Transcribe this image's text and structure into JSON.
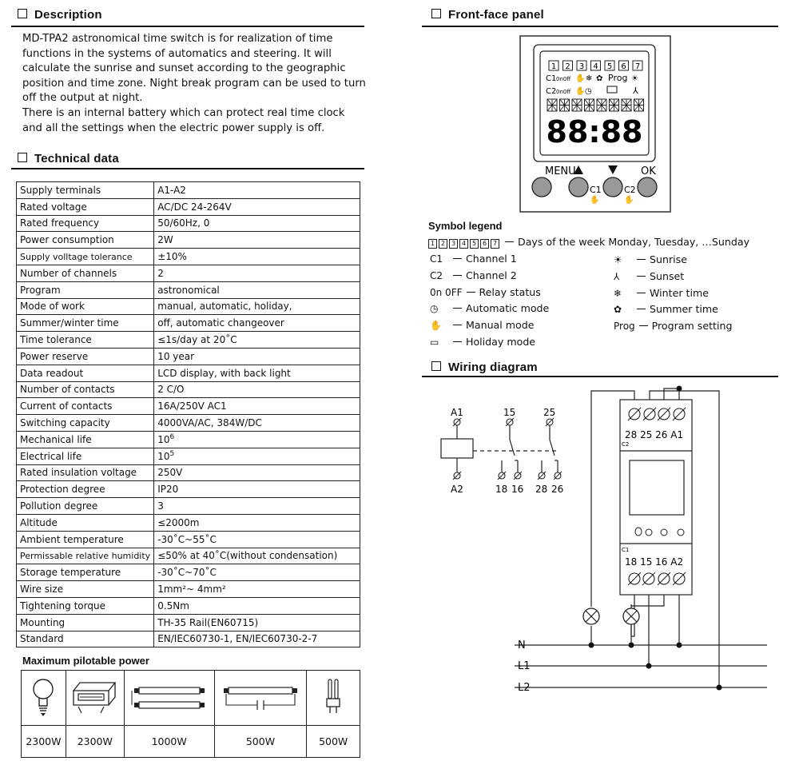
{
  "description": {
    "title": "Description",
    "para1": "MD-TPA2 astronomical time switch is for realization of time functions in the systems of automatics and steering. It will calculate the sunrise and sunset according to the geographic position and time zone. Night break program can be used to turn off the output at night.",
    "para2": "There is an internal battery which can protect real time clock and all the settings when the electric power supply is off."
  },
  "technical": {
    "title": "Technical data",
    "rows": [
      {
        "k": "Supply terminals",
        "v": "A1-A2"
      },
      {
        "k": "Rated voltage",
        "v": "AC/DC 24-264V"
      },
      {
        "k": "Rated frequency",
        "v": "50/60Hz, 0"
      },
      {
        "k": "Power consumption",
        "v": "2W"
      },
      {
        "k": "Supply volltage tolerance",
        "v": "±10%"
      },
      {
        "k": "Number of channels",
        "v": "2"
      },
      {
        "k": "Program",
        "v": "astronomical"
      },
      {
        "k": "Mode of work",
        "v": "manual, automatic, holiday,"
      },
      {
        "k": "Summer/winter time",
        "v": "off, automatic changeover"
      },
      {
        "k": "Time tolerance",
        "v": "≤1s/day at 20˚C"
      },
      {
        "k": "Power reserve",
        "v": "10 year"
      },
      {
        "k": "Data readout",
        "v": "LCD display, with back light"
      },
      {
        "k": "Number of contacts",
        "v": "2 C/O"
      },
      {
        "k": "Current of contacts",
        "v": "16A/250V AC1"
      },
      {
        "k": "Switching capacity",
        "v": "4000VA/AC, 384W/DC"
      },
      {
        "k": "Mechanical life",
        "v": "10",
        "sup": "6"
      },
      {
        "k": "Electrical life",
        "v": "10",
        "sup": "5"
      },
      {
        "k": "Rated insulation voltage",
        "v": "250V"
      },
      {
        "k": "Protection degree",
        "v": "IP20"
      },
      {
        "k": "Pollution degree",
        "v": "3"
      },
      {
        "k": "Altitude",
        "v": "≤2000m"
      },
      {
        "k": "Ambient temperature",
        "v": "-30˚C~55˚C"
      },
      {
        "k": "Permissable relative humidity",
        "v": "≤50% at 40˚C(without condensation)"
      },
      {
        "k": "Storage temperature",
        "v": "-30˚C~70˚C"
      },
      {
        "k": "Wire size",
        "v": "1mm²~ 4mm²"
      },
      {
        "k": "Tightening torque",
        "v": "0.5Nm"
      },
      {
        "k": "Mounting",
        "v": "TH-35 Rail(EN60715)"
      },
      {
        "k": "Standard",
        "v": "EN/IEC60730-1, EN/IEC60730-2-7"
      }
    ]
  },
  "power": {
    "title": "Maximum pilotable power",
    "values": [
      "2300W",
      "2300W",
      "1000W",
      "500W",
      "500W"
    ],
    "icons": [
      "incandescent-bulb-icon",
      "halogen-lamp-icon",
      "fluorescent-tube-icon",
      "compensated-fluorescent-icon",
      "compact-fluorescent-icon"
    ]
  },
  "front_panel": {
    "title": "Front-face panel",
    "days": [
      "1",
      "2",
      "3",
      "4",
      "5",
      "6",
      "7"
    ],
    "lcd_row1": "C1",
    "lcd_row1_b": "0n0ff",
    "lcd_row2": "C2",
    "lcd_row2_b": "0n0ff",
    "prog": "Prog",
    "digits": "88:88",
    "buttons": {
      "menu": "MENU",
      "ok": "OK",
      "c1": "C1",
      "c2": "C2"
    }
  },
  "legend": {
    "title": "Symbol legend",
    "days_text": "Days of the week Monday, Tuesday, …Sunday",
    "left": [
      {
        "sym": "C1",
        "text": "Channel 1"
      },
      {
        "sym": "C2",
        "text": "Channel 2"
      },
      {
        "sym": "0n  0FF",
        "text": "Relay status"
      },
      {
        "sym": "◷",
        "text": "Automatic mode"
      },
      {
        "sym": "✋",
        "text": "Manual mode"
      },
      {
        "sym": "▭",
        "text": "Holiday mode"
      }
    ],
    "right": [
      {
        "sym": "☀",
        "text": "Sunrise"
      },
      {
        "sym": "⅄",
        "text": "Sunset"
      },
      {
        "sym": "❄",
        "text": "Winter time"
      },
      {
        "sym": "✿",
        "text": "Summer time"
      },
      {
        "sym": "Prog",
        "text": "Program setting"
      }
    ]
  },
  "wiring": {
    "title": "Wiring diagram",
    "coil_top": "A1",
    "coil_bottom": "A2",
    "c1_common": "15",
    "c1_nc": "18",
    "c1_no": "16",
    "c2_common": "25",
    "c2_nc": "28",
    "c2_no": "26",
    "top_terminals": "28 25 26  A1",
    "bottom_terminals": "18 15 16  A2",
    "c2_mark": "C2",
    "c1_mark": "C1",
    "lines": [
      "N",
      "L1",
      "L2"
    ]
  }
}
